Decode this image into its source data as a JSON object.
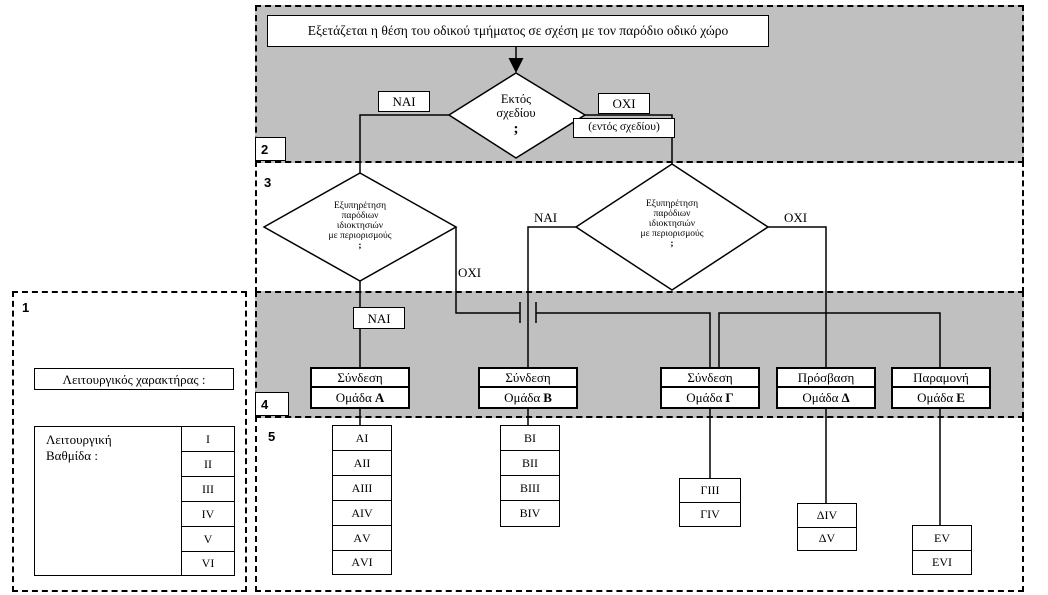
{
  "top_box": "Εξετάζεται η θέση του οδικού τμήματος σε σχέση με τον παρόδιο οδικό χώρο",
  "decision1": {
    "line1": "Εκτός",
    "line2": "σχεδίου",
    "line3": ";"
  },
  "decision1_yes": "ΝΑΙ",
  "decision1_no": "ΟΧΙ",
  "decision1_no_note": "(εντός σχεδίου)",
  "decision2": {
    "line1": "Εξυπηρέτηση",
    "line2": "παρόδιων",
    "line3": "ιδιοκτησιών",
    "line4": "με περιορισμούς",
    "line5": ";"
  },
  "decision2_yes": "ΝΑΙ",
  "decision2_no": "ΟΧΙ",
  "decision3": {
    "line1": "Εξυπηρέτηση",
    "line2": "παρόδιων",
    "line3": "ιδιοκτησιών",
    "line4": "με περιορισμούς",
    "line5": ";"
  },
  "decision3_yes": "ΝΑΙ",
  "decision3_no": "ΟΧΙ",
  "zones": {
    "z1": "1",
    "z2": "2",
    "z3": "3",
    "z4": "4",
    "z5": "5"
  },
  "legend": {
    "character": "Λειτουργικός χαρακτήρας :",
    "grade_line1": "Λειτουργική",
    "grade_line2": "Βαθμίδα :",
    "grades": [
      "I",
      "II",
      "III",
      "IV",
      "V",
      "VI"
    ]
  },
  "groups": [
    {
      "top": "Σύνδεση",
      "prefix": "Ομάδα",
      "letter": "Α"
    },
    {
      "top": "Σύνδεση",
      "prefix": "Ομάδα",
      "letter": "Β"
    },
    {
      "top": "Σύνδεση",
      "prefix": "Ομάδα",
      "letter": "Γ"
    },
    {
      "top": "Πρόσβαση",
      "prefix": "Ομάδα",
      "letter": "Δ"
    },
    {
      "top": "Παραμονή",
      "prefix": "Ομάδα",
      "letter": "Ε"
    }
  ],
  "columns": [
    [
      "ΑΙ",
      "ΑΙΙ",
      "ΑΙΙΙ",
      "ΑΙV",
      "ΑV",
      "ΑVΙ"
    ],
    [
      "ΒΙ",
      "ΒΙΙ",
      "ΒΙΙΙ",
      "ΒΙV"
    ],
    [
      "ΓΙΙΙ",
      "ΓΙV"
    ],
    [
      "ΔΙV",
      "ΔV"
    ],
    [
      "ΕV",
      "ΕVΙ"
    ]
  ]
}
